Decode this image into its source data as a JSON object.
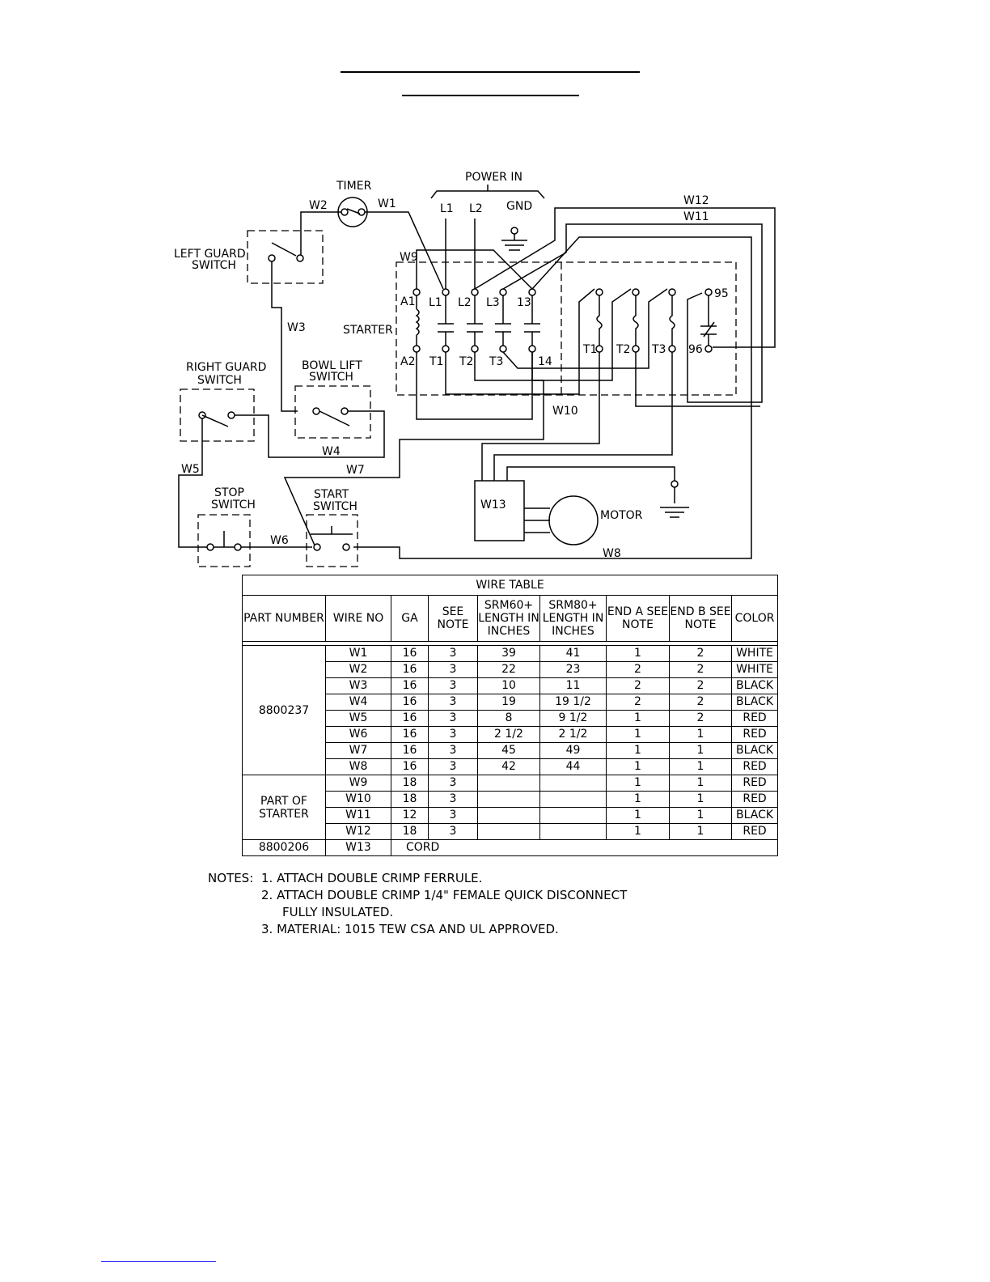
{
  "labels": {
    "timer": "TIMER",
    "power_in": "POWER IN",
    "l1": "L1",
    "l2": "L2",
    "gnd": "GND",
    "w12": "W12",
    "w11": "W11",
    "w9": "W9",
    "w1": "W1",
    "w2": "W2",
    "left_guard_switch": [
      "LEFT GUARD",
      "SWITCH"
    ],
    "w3": "W3",
    "starter": "STARTER",
    "a1": "A1",
    "a2": "A2",
    "s_l1": "L1",
    "s_l2": "L2",
    "s_l3": "L3",
    "s_13": "13",
    "s_t1": "T1",
    "s_t2": "T2",
    "s_t3": "T3",
    "s_14": "14",
    "o_t1": "T1",
    "o_t2": "T2",
    "o_t3": "T3",
    "s_95": "95",
    "s_96": "96",
    "right_guard_switch": [
      "RIGHT GUARD",
      "SWITCH"
    ],
    "bowl_lift_switch": [
      "BOWL LIFT",
      "SWITCH"
    ],
    "w10": "W10",
    "w4": "W4",
    "w5": "W5",
    "w7": "W7",
    "stop_switch": [
      "STOP",
      "SWITCH"
    ],
    "start_switch": [
      "START",
      "SWITCH"
    ],
    "w6": "W6",
    "w13": "W13",
    "motor": "MOTOR",
    "w8": "W8"
  },
  "wire_table": {
    "title": "WIRE TABLE",
    "headers": {
      "part_number": "PART NUMBER",
      "wire_no": "WIRE NO",
      "ga": "GA",
      "see_note": "SEE NOTE",
      "srm60": "SRM60+ LENGTH IN INCHES",
      "srm80": "SRM80+ LENGTH IN INCHES",
      "end_a": "END A SEE NOTE",
      "end_b": "END B SEE NOTE",
      "color": "COLOR"
    },
    "group1_part": "8800237",
    "group1_rows": [
      {
        "wire": "W1",
        "ga": "16",
        "note": "3",
        "srm60": "39",
        "srm80": "41",
        "end_a": "1",
        "end_b": "2",
        "color": "WHITE"
      },
      {
        "wire": "W2",
        "ga": "16",
        "note": "3",
        "srm60": "22",
        "srm80": "23",
        "end_a": "2",
        "end_b": "2",
        "color": "WHITE"
      },
      {
        "wire": "W3",
        "ga": "16",
        "note": "3",
        "srm60": "10",
        "srm80": "11",
        "end_a": "2",
        "end_b": "2",
        "color": "BLACK"
      },
      {
        "wire": "W4",
        "ga": "16",
        "note": "3",
        "srm60": "19",
        "srm80": "19 1/2",
        "end_a": "2",
        "end_b": "2",
        "color": "BLACK"
      },
      {
        "wire": "W5",
        "ga": "16",
        "note": "3",
        "srm60": "8",
        "srm80": "9 1/2",
        "end_a": "1",
        "end_b": "2",
        "color": "RED"
      },
      {
        "wire": "W6",
        "ga": "16",
        "note": "3",
        "srm60": "2 1/2",
        "srm80": "2 1/2",
        "end_a": "1",
        "end_b": "1",
        "color": "RED"
      },
      {
        "wire": "W7",
        "ga": "16",
        "note": "3",
        "srm60": "45",
        "srm80": "49",
        "end_a": "1",
        "end_b": "1",
        "color": "BLACK"
      },
      {
        "wire": "W8",
        "ga": "16",
        "note": "3",
        "srm60": "42",
        "srm80": "44",
        "end_a": "1",
        "end_b": "1",
        "color": "RED"
      }
    ],
    "group2_part": "PART OF STARTER",
    "group2_rows": [
      {
        "wire": "W9",
        "ga": "18",
        "note": "3",
        "srm60": "",
        "srm80": "",
        "end_a": "1",
        "end_b": "1",
        "color": "RED"
      },
      {
        "wire": "W10",
        "ga": "18",
        "note": "3",
        "srm60": "",
        "srm80": "",
        "end_a": "1",
        "end_b": "1",
        "color": "RED"
      },
      {
        "wire": "W11",
        "ga": "12",
        "note": "3",
        "srm60": "",
        "srm80": "",
        "end_a": "1",
        "end_b": "1",
        "color": "BLACK"
      },
      {
        "wire": "W12",
        "ga": "18",
        "note": "3",
        "srm60": "",
        "srm80": "",
        "end_a": "1",
        "end_b": "1",
        "color": "RED"
      }
    ],
    "cord_row": {
      "part": "8800206",
      "wire": "W13",
      "ga": "CORD"
    }
  },
  "notes": {
    "lead": "NOTES:",
    "n1": "1. ATTACH DOUBLE CRIMP FERRULE.",
    "n2a": "2. ATTACH DOUBLE CRIMP 1/4\" FEMALE QUICK DISCONNECT",
    "n2b": "FULLY INSULATED.",
    "n3": "3. MATERIAL: 1015 TEW CSA AND UL APPROVED."
  }
}
